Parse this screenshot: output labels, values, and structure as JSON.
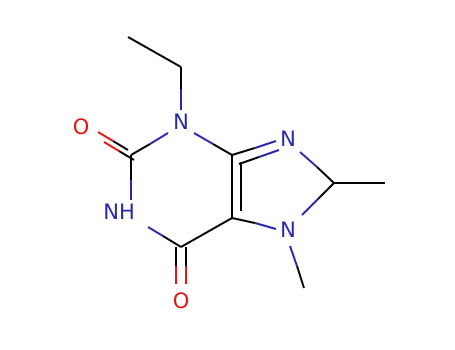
{
  "colors": {
    "carbon": "#000000",
    "nitrogen": "#2828a8",
    "oxygen": "#e41616",
    "background": "#ffffff"
  },
  "atoms": {
    "n3": "N",
    "n9": "N",
    "n7": "N",
    "n1": "NH",
    "o2": "O",
    "o6": "O"
  }
}
